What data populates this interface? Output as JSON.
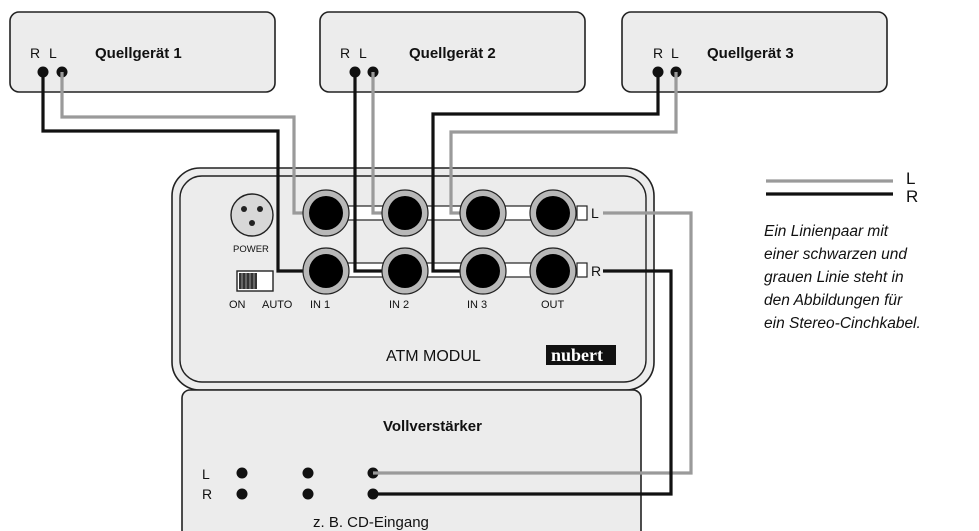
{
  "sources": [
    {
      "title": "Quellgerät 1",
      "r": "R",
      "l": "L"
    },
    {
      "title": "Quellgerät 2",
      "r": "R",
      "l": "L"
    },
    {
      "title": "Quellgerät 3",
      "r": "R",
      "l": "L"
    }
  ],
  "module": {
    "name": "ATM MODUL",
    "brand": "nubert",
    "power_label": "POWER",
    "switch_on": "ON",
    "switch_auto": "AUTO",
    "inputs": [
      "IN 1",
      "IN 2",
      "IN 3",
      "OUT"
    ],
    "row_l": "L",
    "row_r": "R"
  },
  "amplifier": {
    "title": "Vollverstärker",
    "label_l": "L",
    "label_r": "R",
    "caption": "z. B. CD-Eingang"
  },
  "legend": {
    "l": "L",
    "r": "R",
    "note": [
      "Ein Linienpaar mit",
      "einer schwarzen und",
      "grauen Linie steht in",
      "den Abbildungen für",
      "ein Stereo-Cinchkabel."
    ],
    "color_l": "#9a9a9a",
    "color_r": "#111111"
  }
}
